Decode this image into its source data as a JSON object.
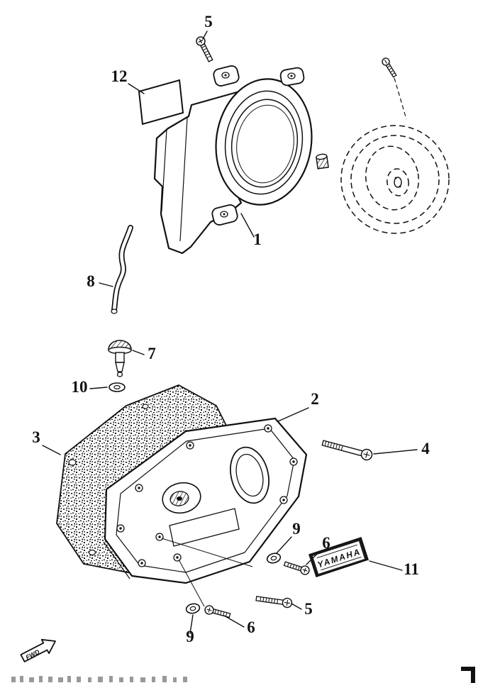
{
  "page": {
    "background": "#ffffff",
    "ink": "#111111"
  },
  "callouts": {
    "c1": "1",
    "c2": "2",
    "c3": "3",
    "c4": "4",
    "c5_top": "5",
    "c5_bottom": "5",
    "c6_mid": "6",
    "c6_bottom": "6",
    "c7": "7",
    "c8": "8",
    "c9_mid": "9",
    "c9_bottom": "9",
    "c10": "10",
    "c11": "11",
    "c12": "12"
  },
  "emblem": {
    "text": "YAMAHA"
  },
  "direction_arrow": {
    "label": "FWD"
  }
}
